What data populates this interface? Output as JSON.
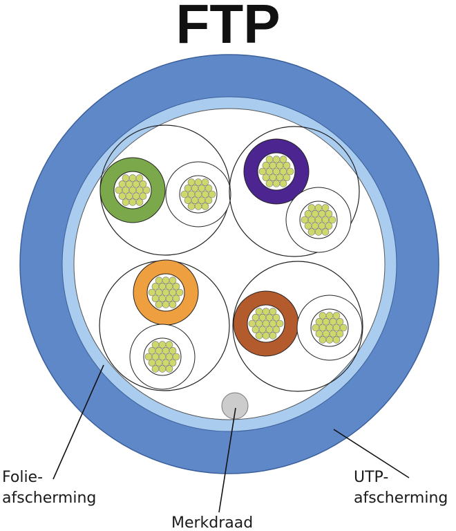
{
  "title": "FTP",
  "labels": {
    "foil_line1": "Folie-",
    "foil_line2": "afscherming",
    "drain": "Merkdraad",
    "utp_line1": "UTP-",
    "utp_line2": "afscherming"
  },
  "colors": {
    "outer_jacket": "#5f88c9",
    "foil_layer": "#a9ccef",
    "strand_fill": "#cfd86a",
    "pair1_insulation": "#7aa84a",
    "pair2_insulation": "#4d2590",
    "pair3_insulation": "#ee9f3f",
    "pair4_insulation": "#b45b2e",
    "drain_wire": "#cccccc"
  }
}
